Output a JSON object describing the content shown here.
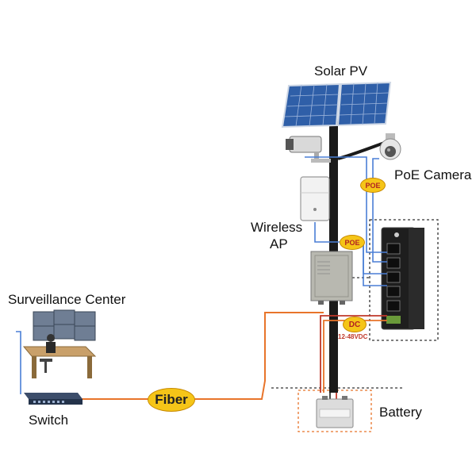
{
  "labels": {
    "solar_pv": "Solar PV",
    "poe_camera": "PoE Camera",
    "wireless_ap_line1": "Wireless",
    "wireless_ap_line2": "AP",
    "surveillance_center": "Surveillance Center",
    "switch": "Switch",
    "battery": "Battery",
    "fiber": "Fiber"
  },
  "tags": {
    "poe_upper": "POE",
    "poe_lower": "POE",
    "dc": "DC",
    "voltage": "12-48VDC"
  },
  "colors": {
    "fiber_line": "#e8742a",
    "ethernet_line": "#4a7fd6",
    "tag_fill": "#f5c518",
    "dashed_box": "#333333",
    "battery_box": "#e8742a",
    "pole": "#1a1a1a"
  }
}
